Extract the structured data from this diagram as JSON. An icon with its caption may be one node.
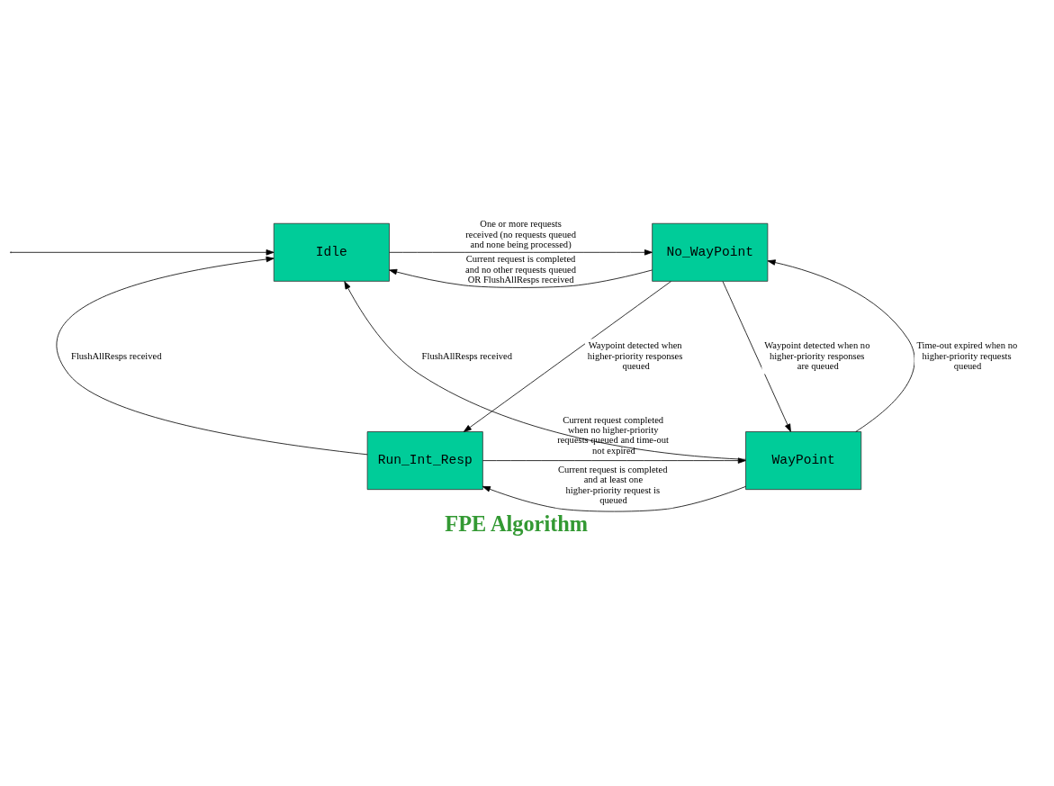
{
  "diagram": {
    "title": "FPE Algorithm",
    "nodes": [
      {
        "text": [
          "Idle"
        ]
      },
      {
        "text": [
          "No_WayPoint"
        ]
      },
      {
        "text": [
          "Run_Int_Resp"
        ]
      },
      {
        "text": [
          "WayPoint"
        ]
      }
    ],
    "edges": [
      {
        "from": 0,
        "to": 1,
        "arrow": "to",
        "label": "One or more requests received (no requests queued and none being processed)"
      },
      {
        "from": 1,
        "to": 0,
        "arrow": "to",
        "label": "Current request is completed and no other requests queued OR FlushAllResps received"
      },
      {
        "from": 2,
        "to": 0,
        "arrow": "to",
        "label": "FlushAllResps received"
      },
      {
        "from": 3,
        "to": 0,
        "arrow": "to",
        "label": "FlushAllResps received"
      },
      {
        "from": 1,
        "to": 3,
        "arrow": "to",
        "label": "Waypoint detected when no higher-priority responses are queued"
      },
      {
        "from": 1,
        "to": 2,
        "arrow": "to",
        "label": "Waypoint detected when higher-priority responses queued"
      },
      {
        "from": 3,
        "to": 1,
        "arrow": "to",
        "label": "Time-out expired when no higher-priority requests queued"
      },
      {
        "from": 2,
        "to": 3,
        "arrow": "to",
        "label": "Current request completed when no higher-priority requests queued and time-out not expired"
      },
      {
        "from": 3,
        "to": 2,
        "arrow": "to",
        "label": "Current request is completed and at least one higher-priority request is queued"
      },
      {
        "from": null,
        "to": 0,
        "arrow": "to"
      }
    ]
  }
}
